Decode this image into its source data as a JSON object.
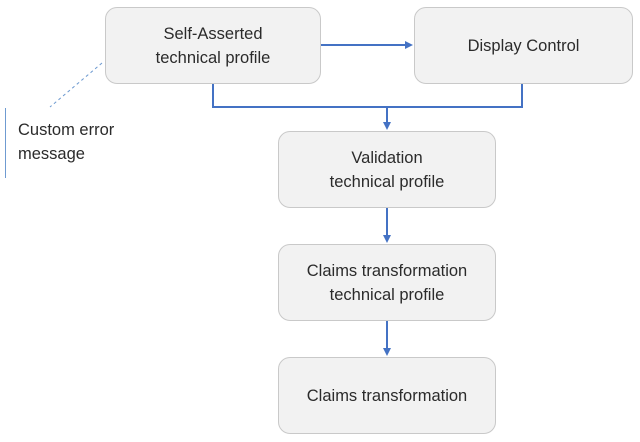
{
  "nodes": {
    "self_asserted": "Self-Asserted\ntechnical profile",
    "display_control": "Display Control",
    "validation": "Validation\ntechnical profile",
    "claims_transformation_tp": "Claims transformation\ntechnical profile",
    "claims_transformation": "Claims transformation"
  },
  "callout": {
    "text": "Custom error\nmessage"
  },
  "colors": {
    "connector": "#4472c4",
    "callout_line": "#6f9bd1",
    "box_fill": "#f2f2f2",
    "box_border": "#c9c9c9"
  }
}
